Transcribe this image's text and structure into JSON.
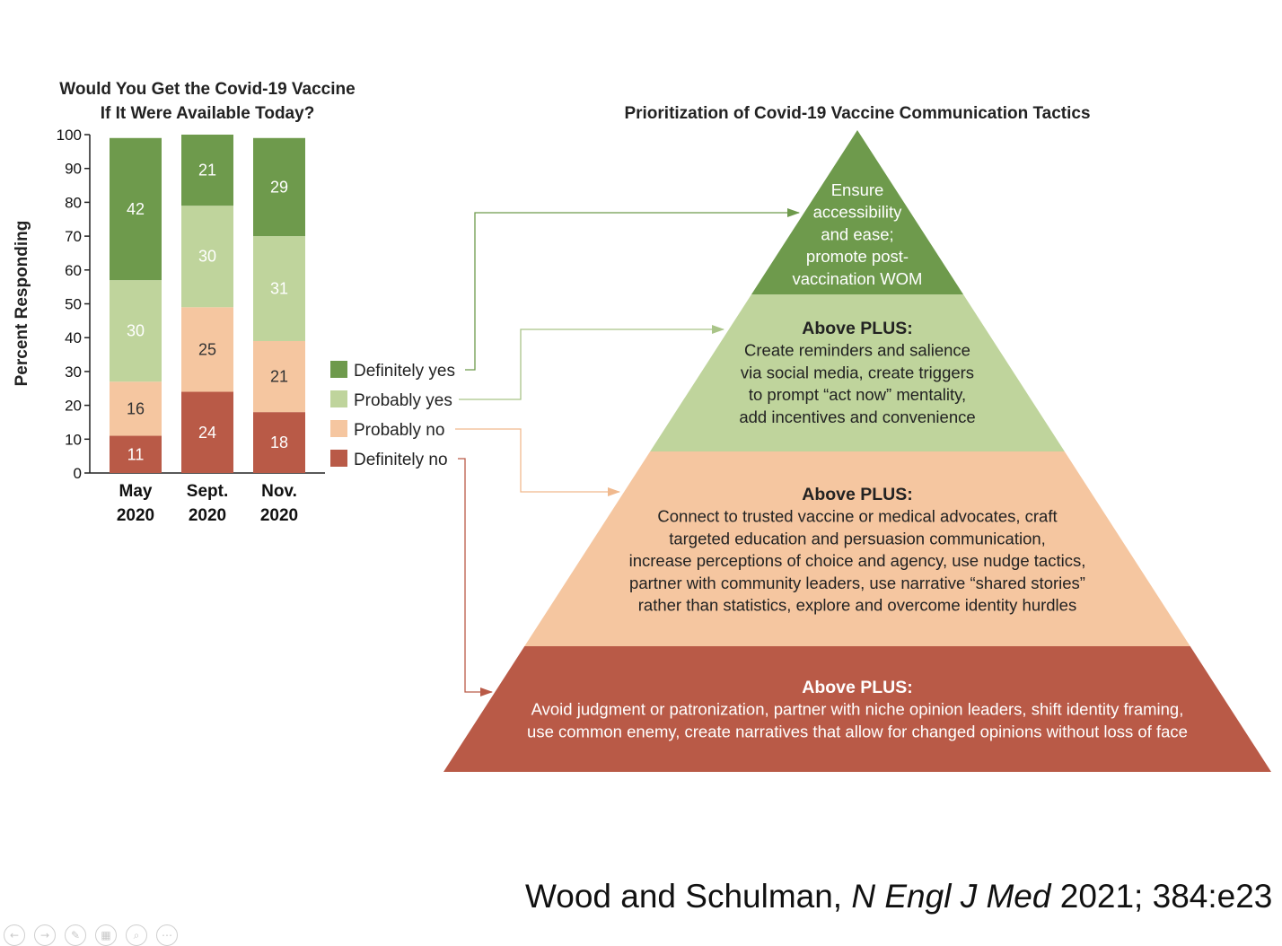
{
  "chart_data": [
    {
      "type": "bar",
      "stacked": true,
      "title": "Would You Get the Covid-19 Vaccine If It Were Available Today?",
      "title_lines": [
        "Would You Get the Covid-19 Vaccine",
        "If It Were Available Today?"
      ],
      "ylabel": "Percent Responding",
      "xlabel": "",
      "ylim": [
        0,
        100
      ],
      "yticks": [
        0,
        10,
        20,
        30,
        40,
        50,
        60,
        70,
        80,
        90,
        100
      ],
      "categories": [
        "May 2020",
        "Sept. 2020",
        "Nov. 2020"
      ],
      "category_lines": [
        [
          "May",
          "2020"
        ],
        [
          "Sept.",
          "2020"
        ],
        [
          "Nov.",
          "2020"
        ]
      ],
      "series": [
        {
          "name": "Definitely no",
          "color": "#b95a47",
          "values": [
            11,
            24,
            18
          ]
        },
        {
          "name": "Probably no",
          "color": "#f5c6a0",
          "values": [
            16,
            25,
            21
          ]
        },
        {
          "name": "Probably yes",
          "color": "#bfd49c",
          "values": [
            30,
            30,
            31
          ]
        },
        {
          "name": "Definitely yes",
          "color": "#6e9a4c",
          "values": [
            42,
            21,
            29
          ]
        }
      ],
      "legend_order": [
        "Definitely yes",
        "Probably yes",
        "Probably no",
        "Definitely no"
      ],
      "legend_position": "right",
      "grid": false
    },
    {
      "type": "pyramid",
      "title": "Prioritization of Covid-19 Vaccine Communication Tactics",
      "levels": [
        {
          "color": "#6e9a4c",
          "heading": "",
          "lines": [
            "Ensure",
            "accessibility",
            "and ease;",
            "promote post-",
            "vaccination WOM"
          ]
        },
        {
          "color": "#bfd49c",
          "heading": "Above PLUS:",
          "lines": [
            "Create reminders and salience",
            "via social media, create triggers",
            "to prompt “act now” mentality,",
            "add incentives and convenience"
          ]
        },
        {
          "color": "#f5c6a0",
          "heading": "Above PLUS:",
          "lines": [
            "Connect to trusted vaccine or medical advocates, craft",
            "targeted education and persuasion communication,",
            "increase perceptions of choice and agency, use nudge tactics,",
            "partner with community leaders, use narrative “shared stories”",
            "rather than statistics, explore and overcome identity hurdles"
          ]
        },
        {
          "color": "#b95a47",
          "heading": "Above PLUS:",
          "lines": [
            "Avoid judgment or patronization, partner with niche opinion leaders, shift identity framing,",
            "use common enemy, create narratives that allow for changed opinions without loss of face"
          ]
        }
      ],
      "connectors": [
        {
          "from": "Definitely yes",
          "to_level": 0
        },
        {
          "from": "Probably yes",
          "to_level": 1
        },
        {
          "from": "Probably no",
          "to_level": 2
        },
        {
          "from": "Definitely no",
          "to_level": 3
        }
      ]
    }
  ],
  "citation": {
    "authors": "Wood and Schulman, ",
    "journal": "N Engl J Med",
    "ref": " 2021; 384:e23"
  },
  "nav_icons": [
    "back-icon",
    "forward-icon",
    "pen-icon",
    "slides-icon",
    "zoom-icon",
    "more-icon"
  ],
  "nav_glyphs": [
    "←",
    "→",
    "✎",
    "▦",
    "⌕",
    "⋯"
  ]
}
